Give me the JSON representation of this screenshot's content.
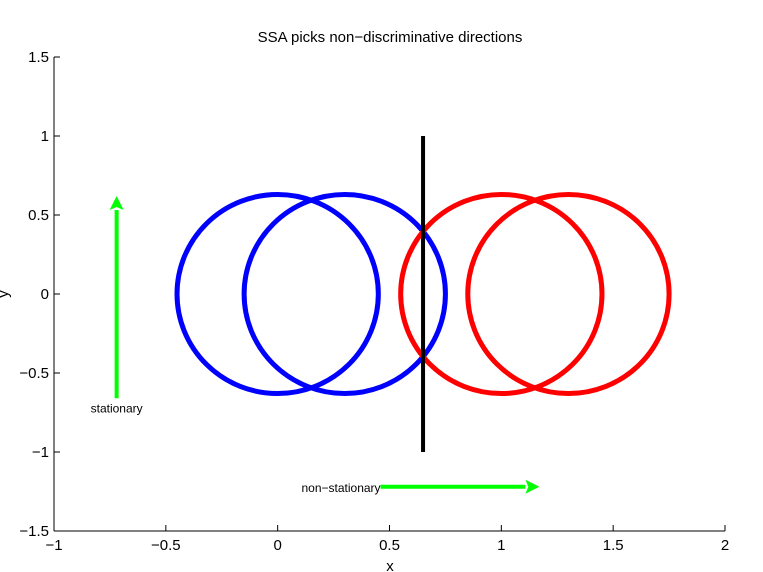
{
  "chart_data": {
    "type": "line",
    "title": "SSA picks non−discriminative directions",
    "xlabel": "x",
    "ylabel": "y",
    "xlim": [
      -1,
      2
    ],
    "ylim": [
      -1.5,
      1.5
    ],
    "grid": false,
    "xticks": [
      -1,
      -0.5,
      0,
      0.5,
      1,
      1.5,
      2
    ],
    "xtick_labels": [
      "−1",
      "−0.5",
      "0",
      "0.5",
      "1",
      "1.5",
      "2"
    ],
    "yticks": [
      -1.5,
      -1,
      -0.5,
      0,
      0.5,
      1,
      1.5
    ],
    "ytick_labels": [
      "−1.5",
      "−1",
      "−0.5",
      "0",
      "0.5",
      "1",
      "1.5"
    ],
    "ellipses": [
      {
        "cx": 0,
        "cy": 0,
        "rx": 0.45,
        "ry": 0.63,
        "color": "#0000ff"
      },
      {
        "cx": 0.3,
        "cy": 0,
        "rx": 0.45,
        "ry": 0.63,
        "color": "#0000ff"
      },
      {
        "cx": 1.0,
        "cy": 0,
        "rx": 0.45,
        "ry": 0.63,
        "color": "#ff0000"
      },
      {
        "cx": 1.3,
        "cy": 0,
        "rx": 0.45,
        "ry": 0.63,
        "color": "#ff0000"
      }
    ],
    "lines": [
      {
        "x": [
          0.65,
          0.65
        ],
        "y": [
          -1,
          1
        ],
        "color": "#000000"
      }
    ],
    "arrows": [
      {
        "from": [
          -0.72,
          -0.66
        ],
        "to": [
          -0.72,
          0.62
        ],
        "color": "#00ff00",
        "label": "stationary"
      },
      {
        "from": [
          0.46,
          -1.22
        ],
        "to": [
          1.17,
          -1.22
        ],
        "color": "#00ff00",
        "label": "non−stationary"
      }
    ]
  }
}
